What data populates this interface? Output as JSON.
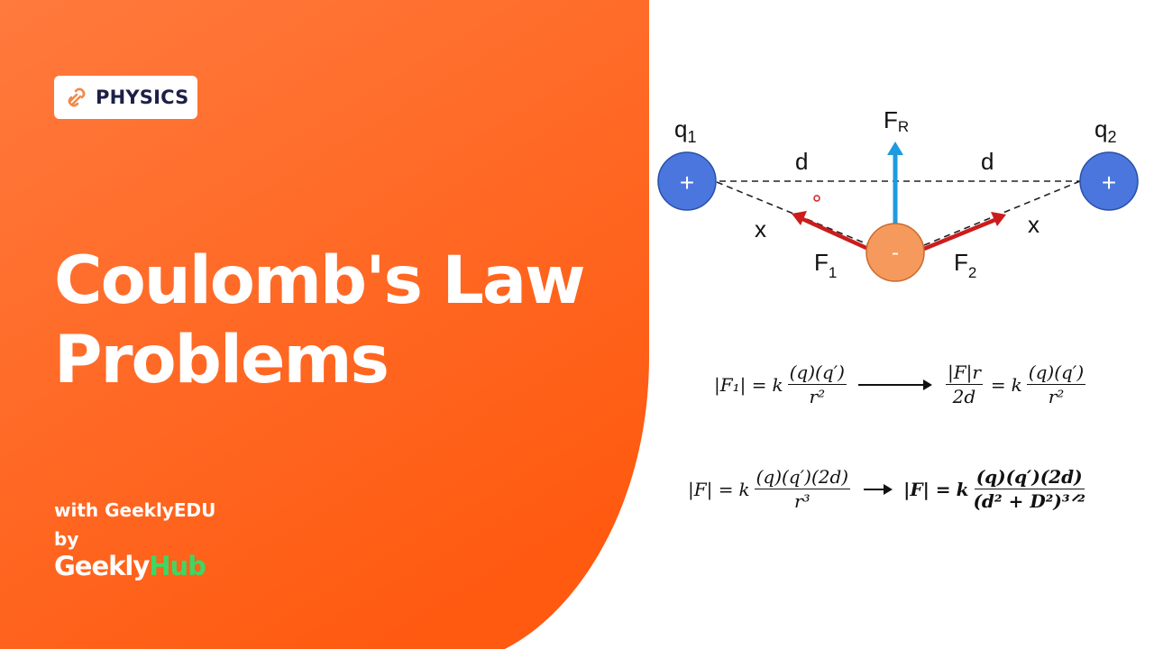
{
  "colors": {
    "orange_light": "#ff7a3d",
    "orange_dark": "#ff5a10",
    "charge_positive": "#4a76dd",
    "charge_negative": "#f59a5c",
    "force_arrow": "#cc1c1c",
    "resultant_arrow": "#1e9be0",
    "hub_green": "#3fd663"
  },
  "badge": {
    "icon": "geeklyhub-link-icon",
    "label": "PHYSICS"
  },
  "title": {
    "line1": "Coulomb's Law",
    "line2": "Problems"
  },
  "credit": {
    "with": "with GeeklyEDU",
    "by": "by",
    "logo_part1": "Geekly",
    "logo_part2": "Hub"
  },
  "diagram": {
    "q1_label": "q",
    "q1_sub": "1",
    "q2_label": "q",
    "q2_sub": "2",
    "plus": "+",
    "minus": "-",
    "d_left": "d",
    "d_right": "d",
    "x_left": "x",
    "x_right": "x",
    "f1_label": "F",
    "f1_sub": "1",
    "f2_label": "F",
    "f2_sub": "2",
    "fr_label": "F",
    "fr_sub": "R"
  },
  "equations": {
    "eq1_lhs": "|F₁| =",
    "k": "k",
    "eq1_num": "(q)(q′)",
    "eq1_den": "r²",
    "eq1_rhs_num": "|F|r",
    "eq1_rhs_den": "2d",
    "equals": "=",
    "eq1_rhs_num2": "(q)(q′)",
    "eq1_rhs_den2": "r²",
    "eq2_lhs": "|F| =",
    "eq2_num": "(q)(q′)(2d)",
    "eq2_den": "r³",
    "eq3_lhs": "|F| =",
    "eq3_num": "(q)(q′)(2d)",
    "eq3_den": "(d² + D²)³ᐟ²"
  }
}
